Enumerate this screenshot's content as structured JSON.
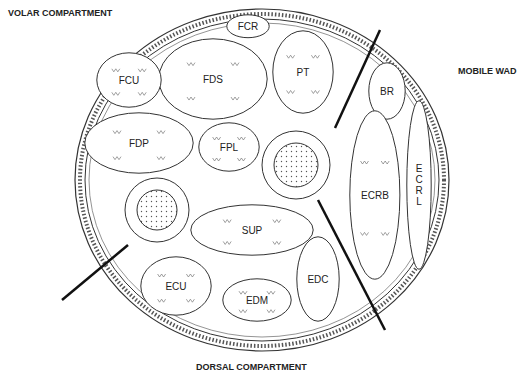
{
  "diagram": {
    "nodes": [
      {
        "text": [
          "FCR"
        ]
      },
      {
        "text": [
          "FDS"
        ]
      },
      {
        "text": [
          "PT"
        ]
      },
      {
        "text": [
          "FCU"
        ]
      },
      {
        "text": [
          "FDP"
        ]
      },
      {
        "text": [
          "FPL"
        ]
      },
      {
        "text": [
          "BR"
        ]
      },
      {
        "text": [
          "ECRL"
        ]
      },
      {
        "text": [
          "ECRB"
        ]
      },
      {
        "text": [
          "SUP"
        ]
      },
      {
        "text": [
          "ECU"
        ]
      },
      {
        "text": [
          "EDM"
        ]
      },
      {
        "text": [
          "EDC"
        ]
      }
    ],
    "labels": [
      "VOLAR COMPARTMENT",
      "MOBILE WAD",
      "DORSAL COMPARTMENT"
    ]
  }
}
